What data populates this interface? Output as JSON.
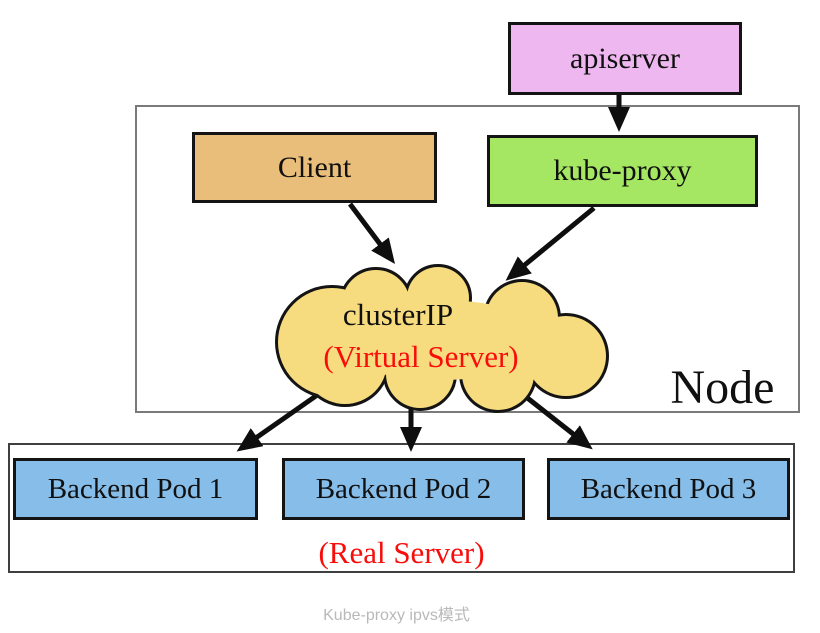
{
  "colors": {
    "apiserver_fill": "#eeb7ef",
    "client_fill": "#e9be7b",
    "kube_proxy_fill": "#a5e663",
    "cloud_fill": "#f6dc7e",
    "pod_fill": "#87bde9",
    "outline": "#141414",
    "arrow": "#0e0e0e",
    "red_text": "#f80d0b",
    "caption_color": "#b9b9b9"
  },
  "boxes": {
    "apiserver": {
      "label": "apiserver"
    },
    "client": {
      "label": "Client"
    },
    "kube_proxy": {
      "label": "kube-proxy"
    }
  },
  "cloud": {
    "line1": "clusterIP",
    "line2": "(Virtual Server)"
  },
  "labels": {
    "node": "Node",
    "real_server": "(Real Server)"
  },
  "pods": [
    {
      "label": "Backend Pod 1"
    },
    {
      "label": "Backend Pod 2"
    },
    {
      "label": "Backend Pod 3"
    }
  ],
  "caption": "Kube-proxy ipvs模式"
}
